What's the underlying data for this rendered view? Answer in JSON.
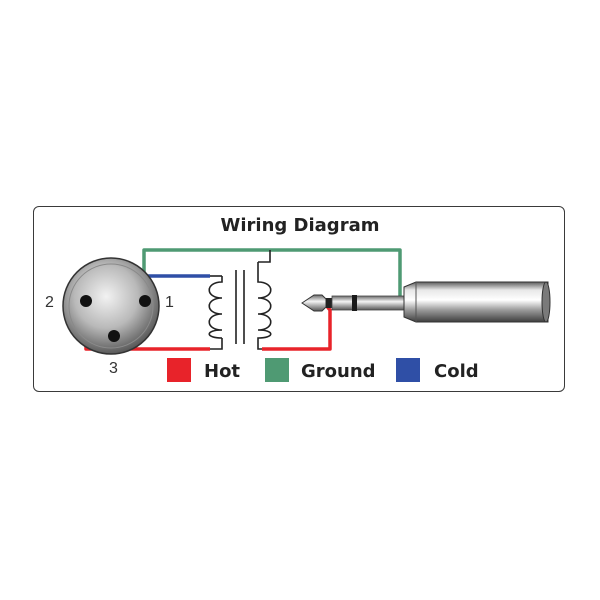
{
  "title": "Wiring Diagram",
  "pins": {
    "pin1": "1",
    "pin2": "2",
    "pin3": "3"
  },
  "legend": [
    {
      "label": "Hot",
      "color": "#e8232a"
    },
    {
      "label": "Ground",
      "color": "#4f9a73"
    },
    {
      "label": "Cold",
      "color": "#2f4fa6"
    }
  ],
  "wire_colors": {
    "hot": "#e8232a",
    "ground": "#4f9a73",
    "cold": "#2f4fa6"
  },
  "icons": [
    "xlr-connector-icon",
    "transformer-icon",
    "phone-plug-icon"
  ]
}
